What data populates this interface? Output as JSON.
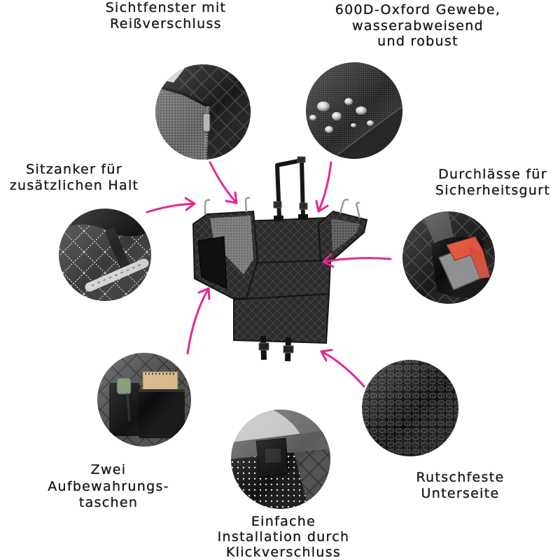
{
  "labels": {
    "window_zipper": [
      "Sichtfenster mit",
      "Reißverschluss"
    ],
    "oxford_fabric": [
      "600D-Oxford Gewebe,",
      "wasserabweisend",
      "und robust"
    ],
    "seat_anchor": [
      "Sitzanker für",
      "zusätzlichen Halt"
    ],
    "belt_passages": [
      "Durchlässe für",
      "Sicherheitsgurt"
    ],
    "storage_pockets": [
      "Zwei",
      "Aufbewahrungs-",
      "taschen"
    ],
    "click_buckle": [
      "Einfache",
      "Installation durch",
      "Klickverschluss"
    ],
    "anti_slip": [
      "Rutschfeste",
      "Unterseite"
    ]
  },
  "colors": {
    "background": "#ffffff",
    "text": "#1b1b1b",
    "arrow": "#e5288f"
  }
}
